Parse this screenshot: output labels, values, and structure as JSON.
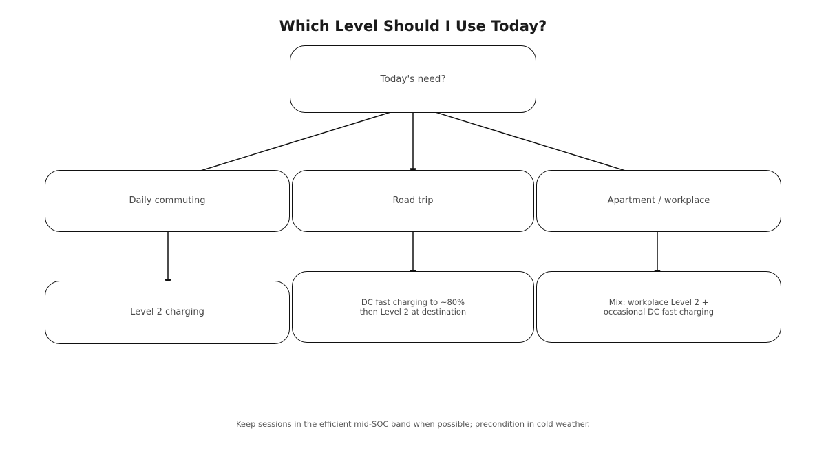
{
  "page": {
    "title": "Which Level Should I Use Today?",
    "footer_note": "Keep sessions in the efficient mid-SOC band when possible; precondition in cold weather."
  },
  "colors": {
    "background": "#ffffff",
    "node_border": "#111111",
    "node_fill": "#ffffff",
    "node_text": "#4a4a4a",
    "title_text": "#1b1b1b",
    "edge_stroke": "#111111",
    "footer_text": "#5a5a5a"
  },
  "flow": {
    "root": {
      "id": "todays-need",
      "label": "Today's need?"
    },
    "branches": [
      {
        "id": "daily-commuting",
        "label": "Daily commuting",
        "outcome": {
          "id": "level-2-charging",
          "label": "Level 2 charging"
        }
      },
      {
        "id": "road-trip",
        "label": "Road trip",
        "outcome": {
          "id": "dc-fast-then-level-2",
          "label": "DC fast charging to ~80%\nthen Level 2 at destination"
        }
      },
      {
        "id": "apartment-workplace",
        "label": "Apartment / workplace",
        "outcome": {
          "id": "mix-workplace-level-2",
          "label": "Mix: workplace Level 2 +\noccasional DC fast charging"
        }
      }
    ]
  }
}
